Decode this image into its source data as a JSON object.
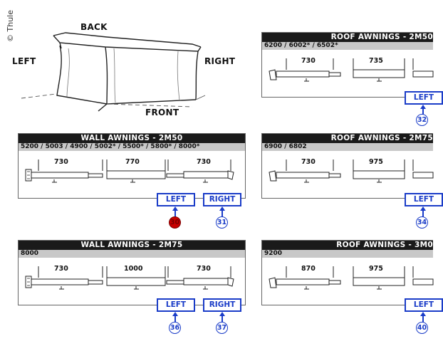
{
  "copyright": "© Thule",
  "directions": {
    "back": "BACK",
    "left": "LEFT",
    "right": "RIGHT",
    "front": "FRONT"
  },
  "panels": {
    "wall_2m50": {
      "title": "WALL AWNINGS - 2M50",
      "models": "5200 / 5003 / 4900 / 5002* / 5500* / 5800* / 8000*",
      "dims": [
        "730",
        "770",
        "730"
      ],
      "left_label": "LEFT",
      "right_label": "RIGHT",
      "left_ref": "30",
      "right_ref": "31"
    },
    "wall_2m75": {
      "title": "WALL AWNINGS - 2M75",
      "models": "8000",
      "dims": [
        "730",
        "1000",
        "730"
      ],
      "left_label": "LEFT",
      "right_label": "RIGHT",
      "left_ref": "36",
      "right_ref": "37"
    },
    "roof_2m50": {
      "title": "ROOF AWNINGS - 2M50",
      "models": "6200 / 6002* / 6502*",
      "dims": [
        "730",
        "735"
      ],
      "left_label": "LEFT",
      "left_ref": "32"
    },
    "roof_2m75": {
      "title": "ROOF AWNINGS - 2M75",
      "models": "6900 / 6802",
      "dims": [
        "730",
        "975"
      ],
      "left_label": "LEFT",
      "left_ref": "34"
    },
    "roof_3m00": {
      "title": "ROOF AWNINGS - 3M0",
      "models": "9200",
      "dims": [
        "870",
        "975"
      ],
      "left_label": "LEFT",
      "left_ref": "40"
    }
  },
  "highlight_color": "#c80000",
  "link_color": "#1a3cc8"
}
